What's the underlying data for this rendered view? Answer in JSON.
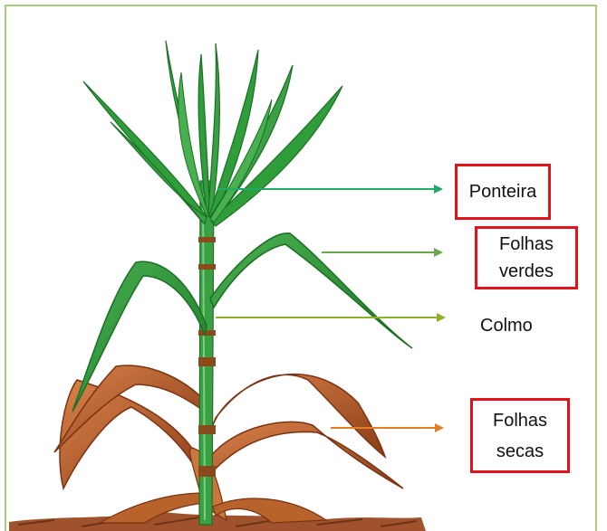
{
  "labels": {
    "ponteira": "Ponteira",
    "folhas_verdes": [
      "Folhas",
      "verdes"
    ],
    "colmo": "Colmo",
    "folhas_secas": [
      "Folhas",
      "secas"
    ]
  },
  "colors": {
    "frame": "#a6d17a",
    "highlight_box": "#e0141b",
    "arrow_ponteira": "#21a86a",
    "arrow_folhas_verdes": "#6aa84f",
    "arrow_colmo": "#8fb02c",
    "arrow_folhas_secas": "#e67e22",
    "green_leaf": "#2f9e3a",
    "green_leaf_dark": "#1b6f25",
    "dry_leaf": "#c0602a",
    "dry_leaf_dark": "#8a3b16",
    "stalk": "#3aa043",
    "node_ring": "#8a4a1c",
    "soil": "#a0522d"
  }
}
